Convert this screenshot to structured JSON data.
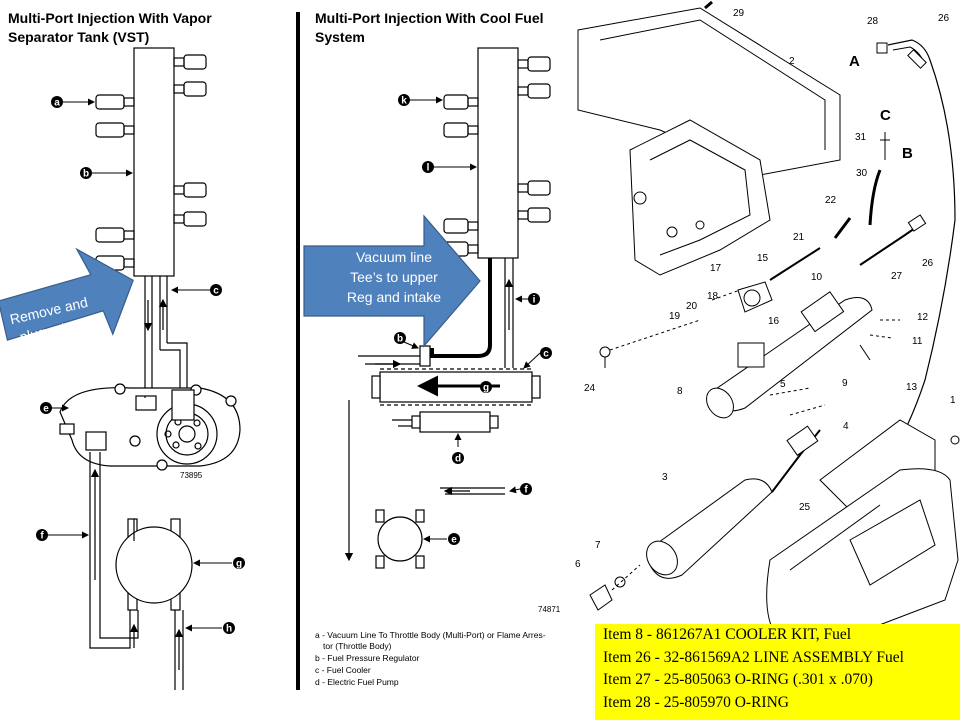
{
  "panel_vst": {
    "title_line1": "Multi-Port Injection With Vapor",
    "title_line2": "Separator Tank (VST)",
    "figure_number": "73895",
    "callouts": [
      "a",
      "b",
      "c",
      "e",
      "f",
      "g",
      "h"
    ],
    "arrow_label_line1": "Remove and",
    "arrow_label_line2": "plug return"
  },
  "panel_cool": {
    "title_line1": "Multi-Port Injection With Cool Fuel",
    "title_line2": "System",
    "figure_number": "74871",
    "callouts": [
      "k",
      "l",
      "i",
      "b",
      "c",
      "g",
      "d",
      "f",
      "e"
    ],
    "arrow_label_line1": "Vacuum line",
    "arrow_label_line2": "Tee’s to upper",
    "arrow_label_line3": "Reg and intake",
    "legend": [
      "a - Vacuum Line To Throttle Body (Multi-Port) or Flame Arres-",
      "tor (Throttle Body)",
      "b - Fuel Pressure Regulator",
      "c - Fuel Cooler",
      "d - Electric Fuel Pump"
    ]
  },
  "exploded_view": {
    "part_numbers": [
      "29",
      "28",
      "26",
      "2",
      "31",
      "30",
      "22",
      "21",
      "26",
      "17",
      "15",
      "18",
      "10",
      "27",
      "20",
      "19",
      "16",
      "12",
      "11",
      "24",
      "8",
      "5",
      "9",
      "13",
      "4",
      "3",
      "25",
      "7",
      "6",
      "1"
    ],
    "letters": [
      "A",
      "C",
      "B"
    ]
  },
  "items": [
    "Item 8 - 861267A1 COOLER KIT, Fuel",
    "Item 26 - 32-861569A2 LINE ASSEMBLY Fuel",
    "Item 27 - 25-805063 O-RING (.301 x .070)",
    "Item 28 - 25-805970 O-RING"
  ],
  "colors": {
    "arrow_fill": "#4f81bd",
    "arrow_stroke": "#385d8a",
    "highlight": "#ffff00"
  }
}
